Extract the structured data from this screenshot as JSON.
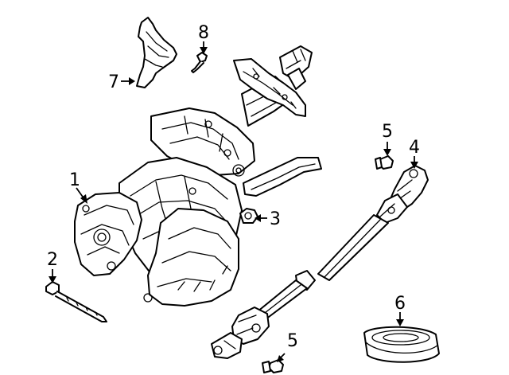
{
  "diagram": {
    "callouts": [
      {
        "id": "1",
        "label": "1"
      },
      {
        "id": "2",
        "label": "2"
      },
      {
        "id": "3",
        "label": "3"
      },
      {
        "id": "4",
        "label": "4"
      },
      {
        "id": "5a",
        "label": "5"
      },
      {
        "id": "5b",
        "label": "5"
      },
      {
        "id": "6",
        "label": "6"
      },
      {
        "id": "7",
        "label": "7"
      },
      {
        "id": "8",
        "label": "8"
      }
    ],
    "parts": [
      {
        "callout": "1",
        "name": "steering-column-assembly"
      },
      {
        "callout": "2",
        "name": "bolt"
      },
      {
        "callout": "3",
        "name": "nut"
      },
      {
        "callout": "4",
        "name": "intermediate-shaft"
      },
      {
        "callout": "5",
        "name": "bolt"
      },
      {
        "callout": "6",
        "name": "seal"
      },
      {
        "callout": "7",
        "name": "bracket"
      },
      {
        "callout": "8",
        "name": "bolt"
      }
    ]
  }
}
